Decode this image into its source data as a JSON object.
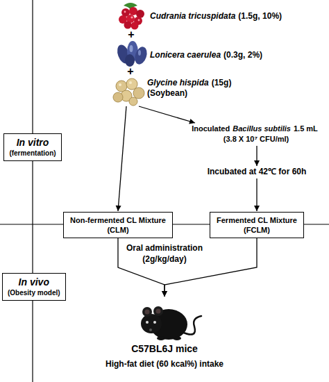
{
  "diagram": {
    "nodes": [
      {
        "text": [
          "In vitro",
          "(fermentation)"
        ]
      },
      {
        "text": [
          "In vivo",
          "(Obesity model)"
        ]
      },
      {
        "text": [
          "Cudrania tricuspidata",
          "(1.5g, 10%)"
        ]
      },
      {
        "text": [
          "Lonicera caerulea",
          "(0.3g, 2%)"
        ]
      },
      {
        "text": [
          "Glycine hispida",
          "(15g)",
          "(Soybean)"
        ]
      },
      {
        "text": [
          "Inoculated",
          "Bacillus subtilis",
          "1.5 mL",
          "(3.8 X 10⁷ CFU/ml)"
        ]
      },
      {
        "text": [
          "Incubated at 42℃ for 60h"
        ]
      },
      {
        "text": [
          "Non-fermented CL Mixture",
          "(CLM)"
        ]
      },
      {
        "text": [
          "Fermented CL Mixture",
          "(FCLM)"
        ]
      },
      {
        "text": [
          "C57BL6J mice",
          "High-fat diet (60 kcal%) intake"
        ]
      }
    ],
    "edges": [
      {
        "from": 4,
        "to": 7,
        "arrow": "to"
      },
      {
        "from": 4,
        "to": 5,
        "arrow": "to"
      },
      {
        "from": 5,
        "to": 6,
        "arrow": "to"
      },
      {
        "from": 6,
        "to": 8,
        "arrow": "to"
      },
      {
        "from": 7,
        "to": 9,
        "arrow": "to"
      },
      {
        "from": 8,
        "to": 9,
        "arrow": "to"
      }
    ],
    "labels": [
      "+",
      "+",
      "Oral administration",
      "(2g/kg/day)"
    ]
  }
}
